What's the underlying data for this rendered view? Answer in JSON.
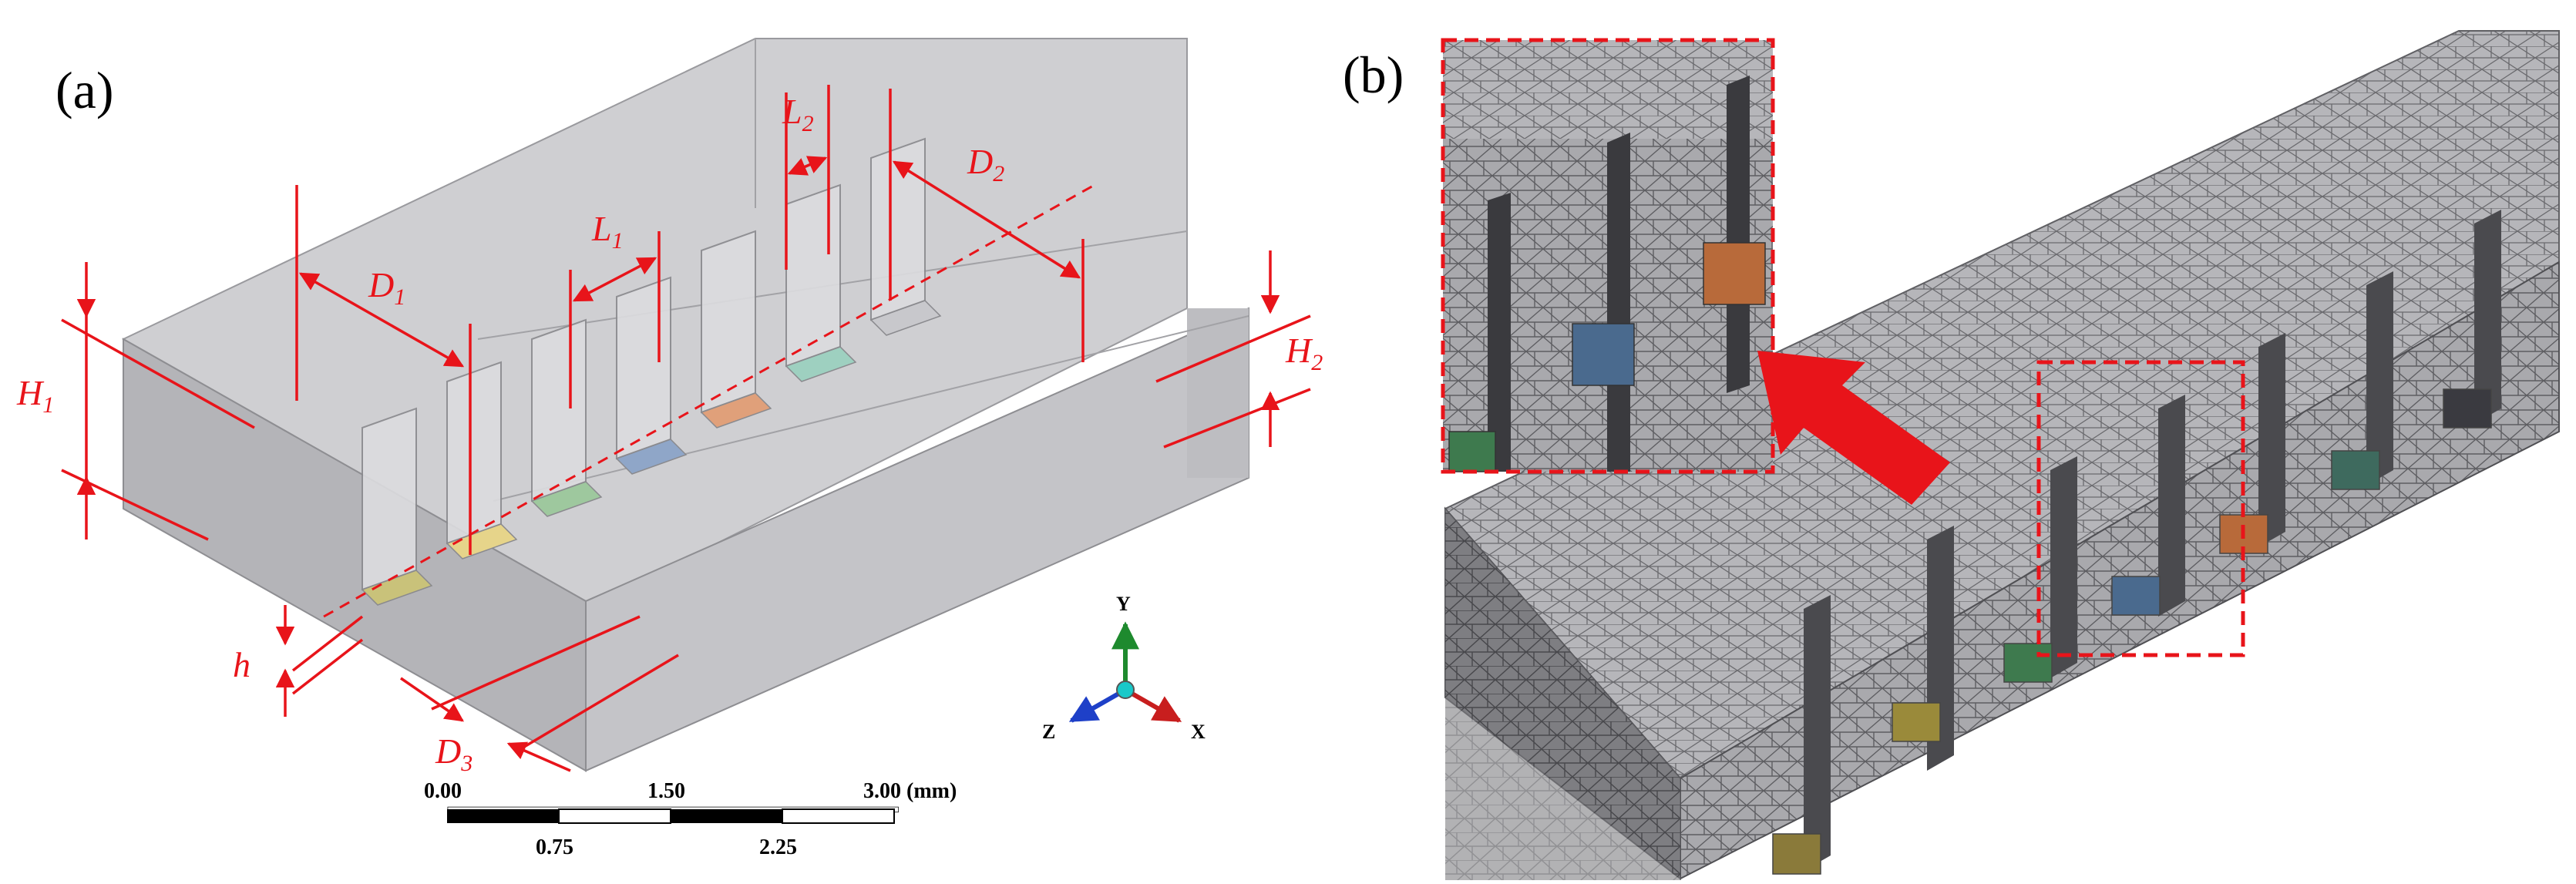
{
  "panels": {
    "a": {
      "label": "(a)"
    },
    "b": {
      "label": "(b)"
    }
  },
  "dimensions": {
    "H1": {
      "base": "H",
      "sub": "1"
    },
    "H2": {
      "base": "H",
      "sub": "2"
    },
    "D1": {
      "base": "D",
      "sub": "1"
    },
    "D2": {
      "base": "D",
      "sub": "2"
    },
    "D3": {
      "base": "D",
      "sub": "3"
    },
    "L1": {
      "base": "L",
      "sub": "1"
    },
    "L2": {
      "base": "L",
      "sub": "2"
    },
    "h": {
      "base": "h"
    }
  },
  "scale_bar": {
    "top_labels": [
      "0.00",
      "1.50",
      "3.00 (mm)"
    ],
    "bottom_labels": [
      "0.75",
      "2.25"
    ]
  },
  "axes": {
    "y": "Y",
    "z": "Z",
    "x": "X"
  },
  "colors": {
    "annotation": "#e8141a",
    "solid": "#d6d6d8",
    "mesh": "#8c8c90",
    "pads": [
      "#c9c27a",
      "#e6d48a",
      "#9ec89e",
      "#8fa6c8",
      "#e0a07a",
      "#9ed0c0",
      "#c8c8cc"
    ],
    "axis_y": "#1e8a2e",
    "axis_z": "#1e40c8",
    "axis_x": "#c81e1e"
  }
}
